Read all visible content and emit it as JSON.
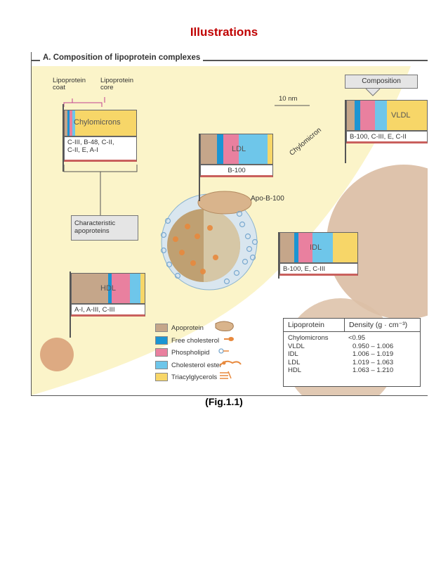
{
  "page": {
    "title": "Illustrations",
    "caption": "(Fig.1.1)"
  },
  "figure": {
    "title": "A. Composition of lipoprotein complexes",
    "coat_label": [
      "Lipoprotein",
      "coat"
    ],
    "core_label": [
      "Lipoprotein",
      "core"
    ],
    "scale_label": "10 nm",
    "composition_label": "Composition",
    "chylomicron_arc_label": "Chylomicron",
    "apo_label": "Apo-B-100",
    "characteristic_label": [
      "Characteristic",
      "apoproteins"
    ]
  },
  "colors": {
    "apoprotein": "#c5a68a",
    "free_cholesterol": "#1b95d3",
    "phospholipid": "#e9809f",
    "cholesterol_ester": "#6ec6ea",
    "triacylglycerols": "#f7d668",
    "background_yellow": "#fbf4c9",
    "particle_brown": "#d8b99e"
  },
  "lipoproteins": {
    "chylomicrons": {
      "name": "Chylomicrons",
      "apo": [
        "C-III, B-48, C-II,",
        "C-II, E, A-I"
      ]
    },
    "ldl": {
      "name": "LDL",
      "apo": [
        "B-100"
      ]
    },
    "vldl": {
      "name": "VLDL",
      "apo": [
        "B-100, C-III, E, C-II"
      ]
    },
    "idl": {
      "name": "IDL",
      "apo": [
        "B-100, E, C-III"
      ]
    },
    "hdl": {
      "name": "HDL",
      "apo": [
        "A-I, A-III, C-III"
      ]
    }
  },
  "legend": [
    {
      "label": "Apoprotein",
      "color_key": "apoprotein"
    },
    {
      "label": "Free cholesterol",
      "color_key": "free_cholesterol"
    },
    {
      "label": "Phospholipid",
      "color_key": "phospholipid"
    },
    {
      "label": "Cholesterol ester",
      "color_key": "cholesterol_ester"
    },
    {
      "label": "Triacylglycerols",
      "color_key": "triacylglycerols"
    }
  ],
  "density_table": {
    "headers": [
      "Lipoprotein",
      "Density (g · cm⁻³)"
    ],
    "names": [
      "Chylomicrons",
      "VLDL",
      "IDL",
      "LDL",
      "HDL"
    ],
    "values": [
      "<0.95",
      "0.950 – 1.006",
      "1.006 – 1.019",
      "1.019 – 1.063",
      "1.063 – 1.210"
    ]
  }
}
